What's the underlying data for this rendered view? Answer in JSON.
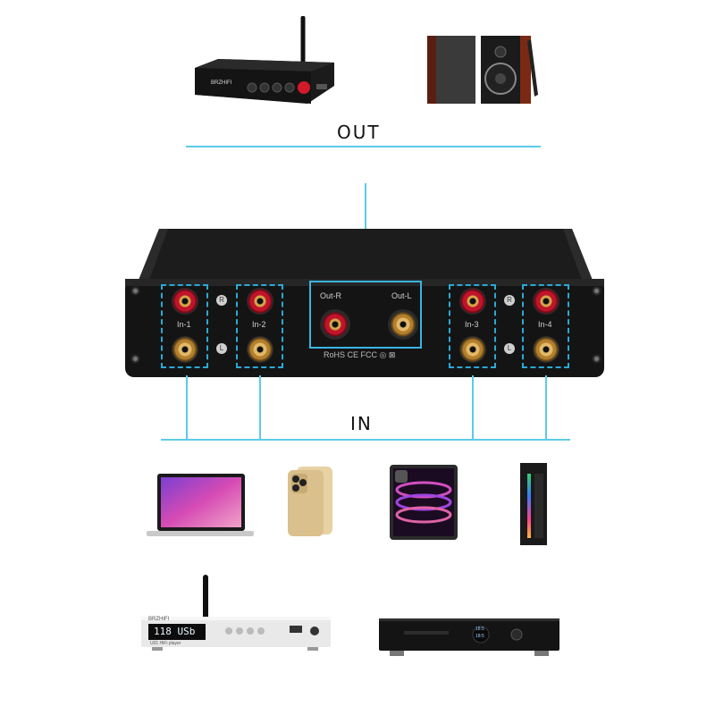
{
  "headings": {
    "out": "OUT",
    "in": "IN"
  },
  "panel": {
    "inputs": [
      "In-1",
      "In-2",
      "In-3",
      "In-4"
    ],
    "outputs": [
      "Out-R",
      "Out-L"
    ],
    "side_marks": {
      "right": "R",
      "left": "L"
    },
    "certifications": "RoHS CE FCC ◎ ⊠"
  },
  "devices": {
    "receiver_brand": "BRZHIFI",
    "player_brand": "BRZHIFI",
    "player_display": "118 USb",
    "player_model": "U01 HiFi player",
    "cd_display": "18:5",
    "cd_sub_display": "18:5"
  },
  "colors": {
    "accent_line": "#5ccbe8",
    "dash_box": "#2aa9d6",
    "chassis": "#161616"
  }
}
